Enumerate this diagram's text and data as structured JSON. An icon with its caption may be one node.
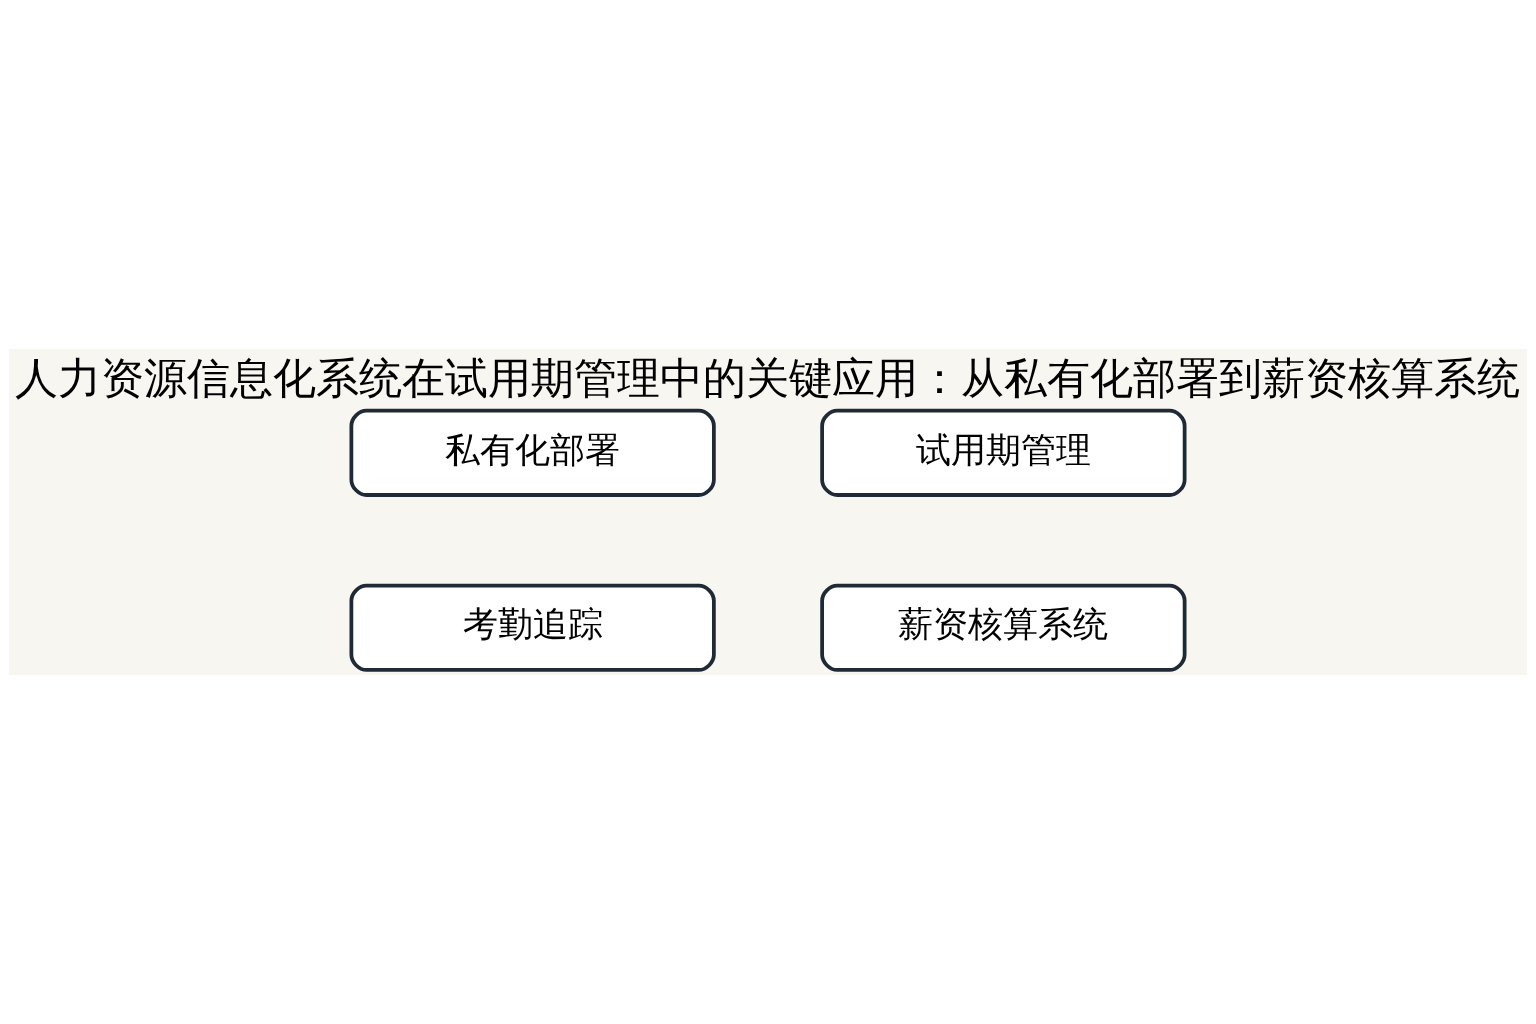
{
  "diagram": {
    "title": "人力资源信息化系统在试用期管理中的关键应用：从私有化部署到薪资核算系统",
    "nodes": [
      {
        "text": [
          "私有化部署"
        ]
      },
      {
        "text": [
          "试用期管理"
        ]
      },
      {
        "text": [
          "考勤追踪"
        ]
      },
      {
        "text": [
          "薪资核算系统"
        ]
      }
    ]
  }
}
